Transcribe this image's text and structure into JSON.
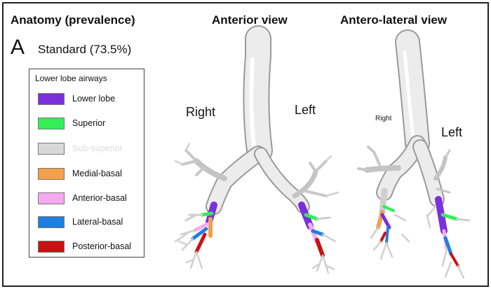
{
  "headers": {
    "anatomy": "Anatomy (prevalence)",
    "anterior": "Anterior view",
    "anterolateral": "Antero-lateral view"
  },
  "panel": {
    "letter": "A",
    "variant": "Standard (73.5%)"
  },
  "legend": {
    "title": "Lower lobe airways",
    "items": [
      {
        "label": "Lower lobe",
        "color": "#7b2fdd"
      },
      {
        "label": "Superior",
        "color": "#33ee55"
      },
      {
        "label": "Sub-superior",
        "color": "#d9d9d9"
      },
      {
        "label": "Medial-basal",
        "color": "#f2a04a"
      },
      {
        "label": "Anterior-basal",
        "color": "#f5aaf0"
      },
      {
        "label": "Lateral-basal",
        "color": "#1e7fe0"
      },
      {
        "label": "Posterior-basal",
        "color": "#cc1111"
      }
    ]
  },
  "anterior_view": {
    "right_label": "Right",
    "left_label": "Left"
  },
  "anterolateral_view": {
    "right_label": "Right",
    "left_label": "Left"
  }
}
